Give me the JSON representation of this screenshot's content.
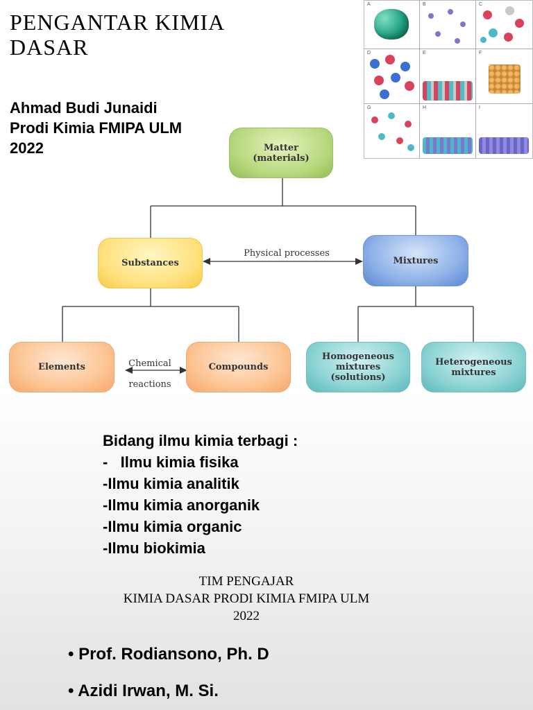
{
  "title": "PENGANTAR KIMIA DASAR",
  "author": {
    "name": "Ahmad Budi Junaidi",
    "affiliation": "Prodi Kimia FMIPA ULM",
    "year": "2022"
  },
  "grid": {
    "labels": [
      "A",
      "B",
      "C",
      "D",
      "E",
      "F",
      "G",
      "H",
      "I"
    ]
  },
  "diagram": {
    "matter": "Matter\n(materials)",
    "substances": "Substances",
    "mixtures": "Mixtures",
    "physical_processes": "Physical processes",
    "elements": "Elements",
    "compounds": "Compounds",
    "chemical_reactions": "Chemical\nreactions",
    "homogeneous": "Homogeneous\nmixtures\n(solutions)",
    "heterogeneous": "Heterogeneous\nmixtures"
  },
  "fields": {
    "heading": "Bidang ilmu kimia terbagi :",
    "items": [
      "-   Ilmu kimia fisika",
      "-Ilmu kimia analitik",
      "-Ilmu kimia anorganik",
      "-Ilmu kimia organic",
      "-Ilmu biokimia"
    ]
  },
  "team": {
    "line1": "TIM PENGAJAR",
    "line2": "KIMIA DASAR PRODI KIMIA FMIPA ULM",
    "line3": "2022"
  },
  "members": [
    "• Prof. Rodiansono, Ph. D",
    "• Azidi Irwan, M. Si."
  ]
}
